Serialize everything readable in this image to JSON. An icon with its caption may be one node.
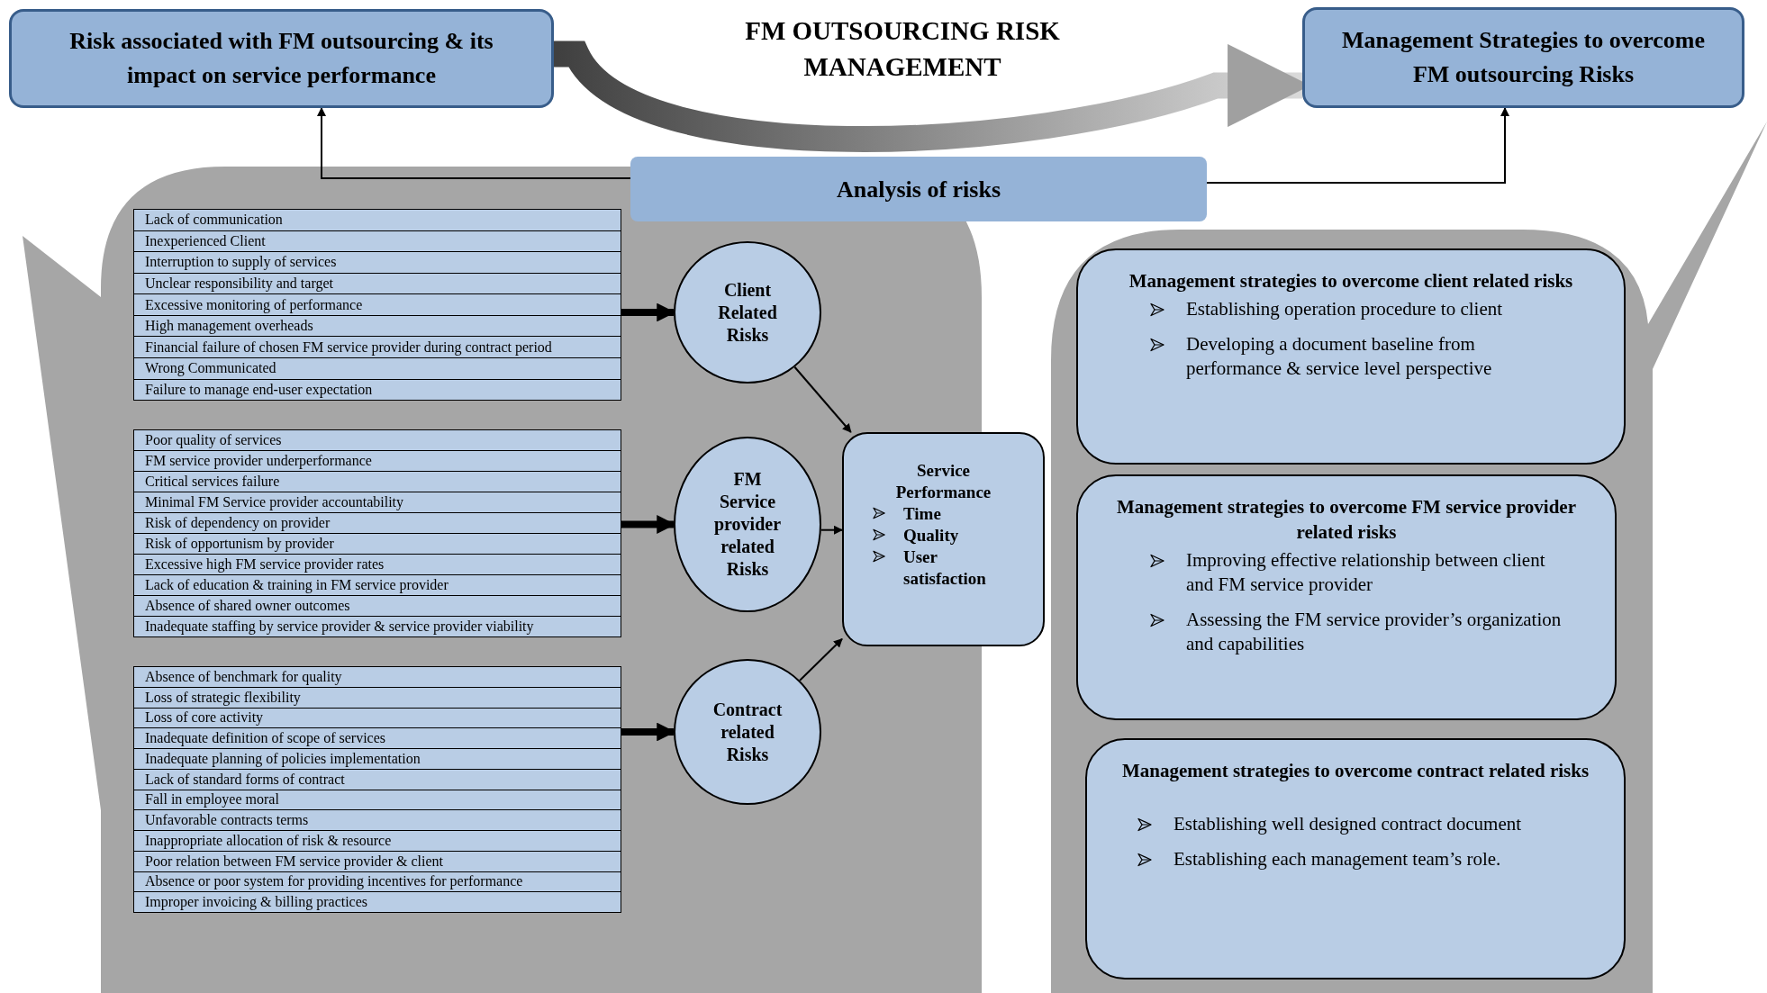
{
  "diagram": {
    "title": "FM OUTSOURCING RISK MANAGEMENT",
    "nodes": [
      {
        "text": [
          "Risk associated with FM outsourcing & its impact on service performance"
        ]
      },
      {
        "text": [
          "Management Strategies to overcome FM outsourcing Risks"
        ]
      },
      {
        "text": [
          "Analysis of risks"
        ]
      },
      {
        "text": [
          "Lack of communication",
          "Inexperienced Client",
          "Interruption to supply of services",
          "Unclear responsibility and target",
          "Excessive monitoring of performance",
          "High management overheads",
          "Financial failure of chosen FM service provider during contract period",
          "Wrong Communicated",
          "Failure to manage end-user expectation"
        ]
      },
      {
        "text": [
          "Poor quality of services",
          "FM service provider underperformance",
          "Critical services failure",
          "Minimal FM Service provider accountability",
          "Risk of dependency on provider",
          "Risk of opportunism by provider",
          "Excessive high FM service provider rates",
          "Lack of education & training in FM service provider",
          "Absence of shared owner outcomes",
          "Inadequate staffing by service provider & service provider viability"
        ]
      },
      {
        "text": [
          "Absence of benchmark for quality",
          "Loss of strategic flexibility",
          "Loss of core activity",
          "Inadequate definition of scope of services",
          "Inadequate planning of policies implementation",
          "Lack of standard forms of contract",
          "Fall in employee moral",
          "Unfavorable contracts terms",
          "Inappropriate allocation of risk & resource",
          "Poor relation between FM service provider & client",
          "Absence or poor system for providing incentives for performance",
          "Improper invoicing & billing practices"
        ]
      },
      {
        "text": [
          "Client Related Risks"
        ]
      },
      {
        "text": [
          "FM Service provider related Risks"
        ]
      },
      {
        "text": [
          "Contract related Risks"
        ]
      },
      {
        "text": [
          "Service Performance",
          "Time",
          "Quality",
          "User satisfaction"
        ]
      },
      {
        "text": [
          "Management strategies to overcome client related risks",
          "Establishing operation procedure to client",
          "Developing a document baseline from performance & service level perspective"
        ]
      },
      {
        "text": [
          "Management strategies to overcome FM service provider related risks",
          "Improving effective relationship between client and FM service provider",
          "Assessing the FM service provider’s organization and capabilities"
        ]
      },
      {
        "text": [
          "Management strategies to overcome contract related risks",
          "Establishing well designed contract document",
          "Establishing each management team’s role."
        ]
      }
    ],
    "edges": [
      {
        "from": 2,
        "to": 0,
        "arrow": "to"
      },
      {
        "from": 2,
        "to": 1,
        "arrow": "to"
      },
      {
        "from": 0,
        "to": 1,
        "arrow": "to",
        "style": "thick",
        "color": "#8c8c8c"
      },
      {
        "from": 3,
        "to": 6,
        "arrow": "to",
        "style": "thick"
      },
      {
        "from": 4,
        "to": 7,
        "arrow": "to",
        "style": "thick"
      },
      {
        "from": 5,
        "to": 8,
        "arrow": "to",
        "style": "thick"
      },
      {
        "from": 6,
        "to": 9,
        "arrow": "to"
      },
      {
        "from": 7,
        "to": 9,
        "arrow": "to"
      },
      {
        "from": 8,
        "to": 9,
        "arrow": "to"
      }
    ]
  }
}
